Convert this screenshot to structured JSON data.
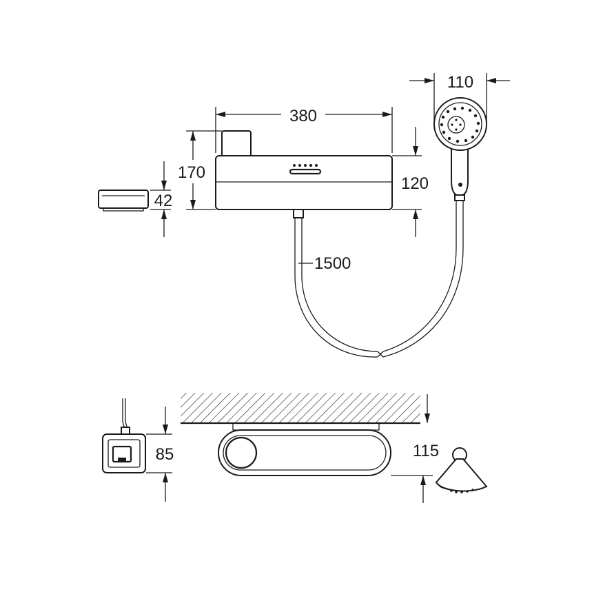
{
  "dimensions": {
    "shelf_width": "380",
    "head_diameter": "110",
    "total_height": "170",
    "shelf_height": "120",
    "soap_tray_height": "42",
    "hose_length": "1500",
    "remote_height": "85",
    "projection": "115"
  }
}
